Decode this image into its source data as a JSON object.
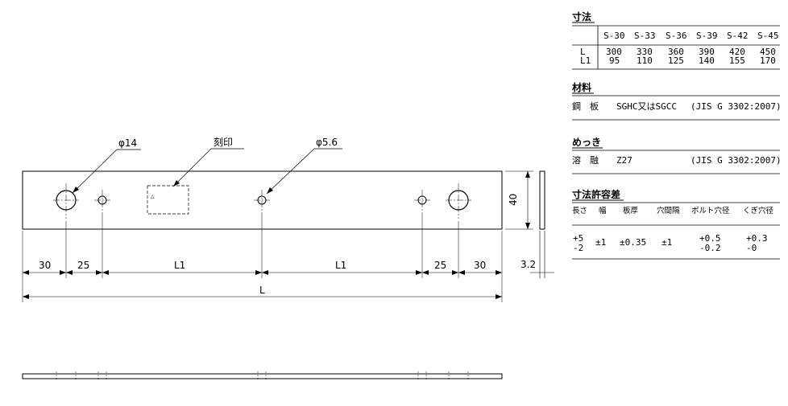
{
  "drawing": {
    "hole_large_label": "φ14",
    "hole_small_label": "φ5.6",
    "stamp_label": "刻印",
    "stamp_mark": "△",
    "height_label": "40",
    "thickness_label": "3.2",
    "dims": [
      "30",
      "25",
      "L1",
      "L1",
      "25",
      "30"
    ],
    "overall_label": "L"
  },
  "dimensions_table": {
    "title": "寸法",
    "models": [
      "S-30",
      "S-33",
      "S-36",
      "S-39",
      "S-42",
      "S-45"
    ],
    "rows": [
      {
        "label": "L",
        "values": [
          "300",
          "330",
          "360",
          "390",
          "420",
          "450"
        ]
      },
      {
        "label": "L1",
        "values": [
          "95",
          "110",
          "125",
          "140",
          "155",
          "170"
        ]
      }
    ]
  },
  "material": {
    "title": "材料",
    "name": "鋼　板",
    "grade": "SGHC又はSGCC",
    "standard": "(JIS G 3302:2007)"
  },
  "plating": {
    "title": "めっき",
    "name": "溶　融",
    "grade": "Z27",
    "standard": "(JIS G 3302:2007)"
  },
  "tolerance": {
    "title": "寸法許容差",
    "headers": [
      "長さ",
      "幅",
      "板厚",
      "穴間隔",
      "ボルト穴径",
      "くぎ穴径"
    ],
    "length_plus": "+5",
    "length_minus": "-2",
    "width": "±1",
    "thickness": "±0.35",
    "pitch": "±1",
    "bolt_plus": "+0.5",
    "bolt_minus": "-0.2",
    "nail_plus": "+0.3",
    "nail_minus": "-0"
  }
}
